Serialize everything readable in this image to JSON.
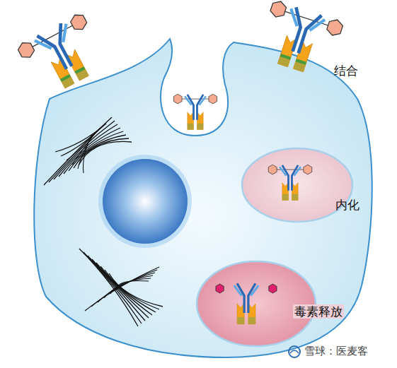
{
  "diagram": {
    "labels": [
      "结合",
      "内化",
      "毒素释放",
      "雪球：医麦客"
    ]
  }
}
